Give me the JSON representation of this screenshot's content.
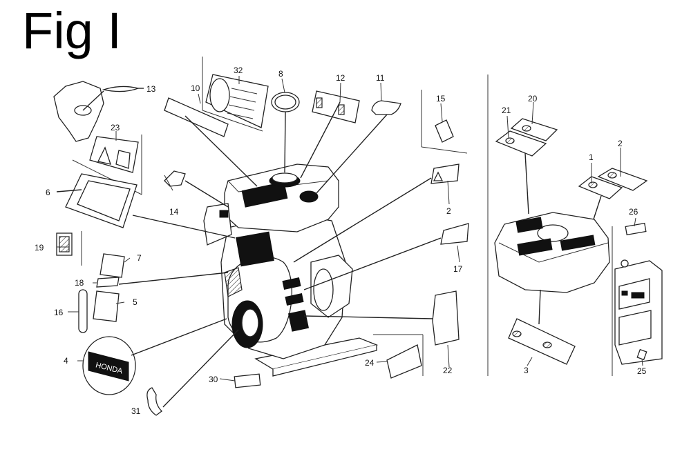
{
  "title": "Fig I",
  "callouts": [
    {
      "id": "c13",
      "label": "13"
    },
    {
      "id": "c23",
      "label": "23"
    },
    {
      "id": "c6",
      "label": "6"
    },
    {
      "id": "c19",
      "label": "19"
    },
    {
      "id": "c7",
      "label": "7"
    },
    {
      "id": "c18",
      "label": "18"
    },
    {
      "id": "c16",
      "label": "16"
    },
    {
      "id": "c5",
      "label": "5"
    },
    {
      "id": "c4",
      "label": "4"
    },
    {
      "id": "c14",
      "label": "14"
    },
    {
      "id": "c30",
      "label": "30"
    },
    {
      "id": "c31",
      "label": "31"
    },
    {
      "id": "c10",
      "label": "10"
    },
    {
      "id": "c32",
      "label": "32"
    },
    {
      "id": "c8",
      "label": "8"
    },
    {
      "id": "c12",
      "label": "12"
    },
    {
      "id": "c11",
      "label": "11"
    },
    {
      "id": "c15",
      "label": "15"
    },
    {
      "id": "c2a",
      "label": "2"
    },
    {
      "id": "c17",
      "label": "17"
    },
    {
      "id": "c22",
      "label": "22"
    },
    {
      "id": "c24",
      "label": "24"
    },
    {
      "id": "c21",
      "label": "21"
    },
    {
      "id": "c20",
      "label": "20"
    },
    {
      "id": "c1",
      "label": "1"
    },
    {
      "id": "c2b",
      "label": "2"
    },
    {
      "id": "c26",
      "label": "26"
    },
    {
      "id": "c3",
      "label": "3"
    },
    {
      "id": "c25",
      "label": "25"
    }
  ],
  "emblem_text": "HONDA"
}
